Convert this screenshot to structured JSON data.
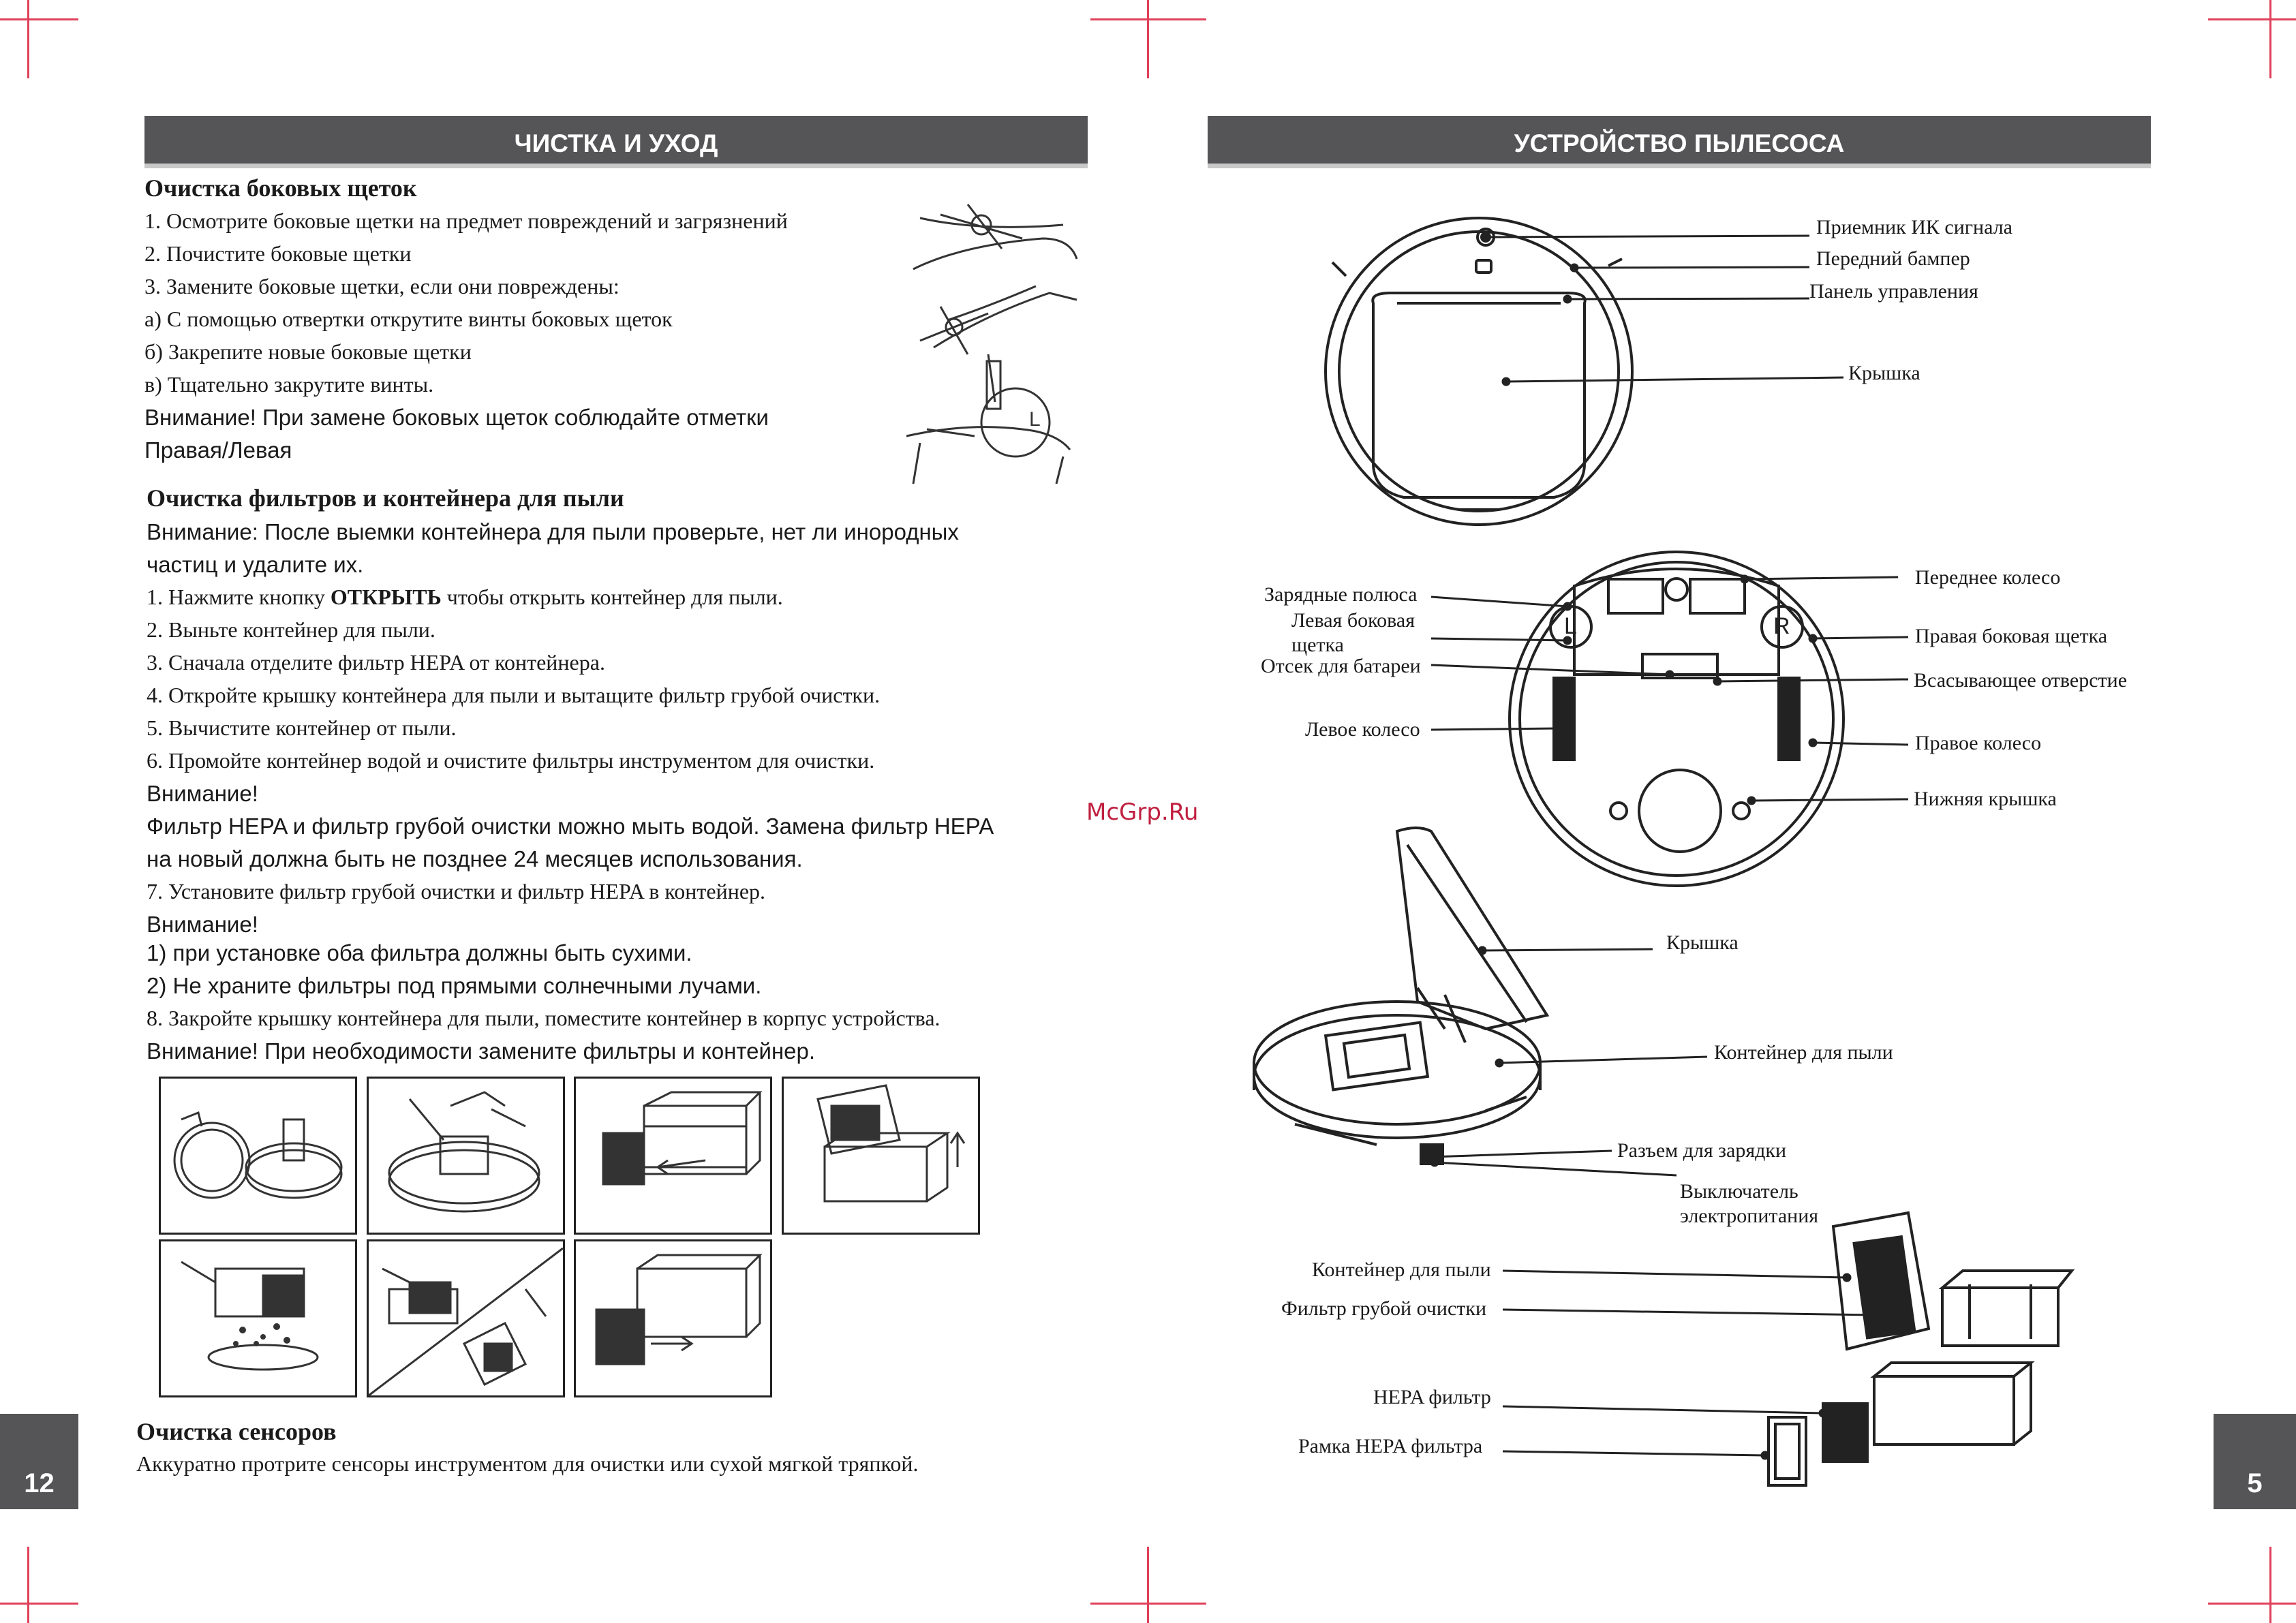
{
  "left_page": {
    "header": "ЧИСТКА И УХОД",
    "section1": {
      "title": "Очистка боковых щеток",
      "lines": [
        "1. Осмотрите боковые щетки на предмет повреждений и загрязнений",
        "2. Почистите боковые щетки",
        "3. Замените боковые щетки, если они повреждены:",
        "а) С помощью отвертки открутите винты боковых щеток",
        "б) Закрепите новые боковые щетки",
        "в) Тщательно закрутите винты."
      ],
      "note_line1": "Внимание!  При замене боковых щеток соблюдайте отметки",
      "note_line2": "Правая/Левая"
    },
    "section2": {
      "title": "Очистка фильтров и контейнера для пыли",
      "intro1": "Внимание: После выемки контейнера для пыли проверьте, нет ли инородных",
      "intro2": "частиц и удалите их.",
      "step1_pre": "1. Нажмите кнопку ",
      "step1_bold": "ОТКРЫТЬ",
      "step1_post": " чтобы открыть контейнер для пыли.",
      "steps": [
        "2. Выньте контейнер для пыли.",
        "3. Сначала отделите фильтр HEPA от контейнера.",
        "4. Откройте крышку контейнера для пыли и вытащите фильтр грубой очистки.",
        "5. Вычистите контейнер от пыли.",
        "6. Промойте контейнер водой и очистите фильтры инструментом для очистки."
      ],
      "warn1": "Внимание!",
      "warn1_l1": "Фильтр HEPA и фильтр грубой очистки можно мыть водой. Замена фильтр HEPA",
      "warn1_l2": "на новый должна быть не позднее 24 месяцев использования.",
      "step7": "7. Установите фильтр грубой очистки и фильтр HEPA в контейнер.",
      "warn2": "Внимание!",
      "warn2_l1": "1) при установке оба фильтра должны быть сухими.",
      "warn2_l2": "2) Не храните фильтры под прямыми солнечными лучами.",
      "step8": "8. Закройте крышку контейнера для пыли, поместите контейнер в корпус устройства.",
      "final": "Внимание! При необходимости замените фильтры и контейнер."
    },
    "section3": {
      "title": "Очистка сенсоров",
      "text": "Аккуратно протрите сенсоры инструментом для очистки или сухой мягкой тряпкой."
    },
    "page_number": "12"
  },
  "watermark": "McGrp.Ru",
  "right_page": {
    "header": "УСТРОЙСТВО ПЫЛЕСОСА",
    "top_labels": [
      "Приемник ИК сигнала",
      "Передний бампер",
      "Панель управления",
      "Крышка"
    ],
    "bottom_left_labels": [
      "Зарядные полюса",
      "Левая боковая",
      "щетка",
      "Отсек для батареи",
      "Левое колесо"
    ],
    "bottom_right_labels": [
      "Переднее колесо",
      "Правая боковая щетка",
      "Всасывающее отверстие",
      "Правое колесо",
      "Нижняя крышка"
    ],
    "open_labels": [
      "Крышка",
      "Контейнер для пыли",
      "Разъем для зарядки",
      "Выключатель",
      "электропитания"
    ],
    "container_labels": [
      "Контейнер для пыли",
      "Фильтр грубой очистки",
      "HEPA фильтр",
      "Рамка HEPA фильтра"
    ],
    "page_number": "5"
  }
}
